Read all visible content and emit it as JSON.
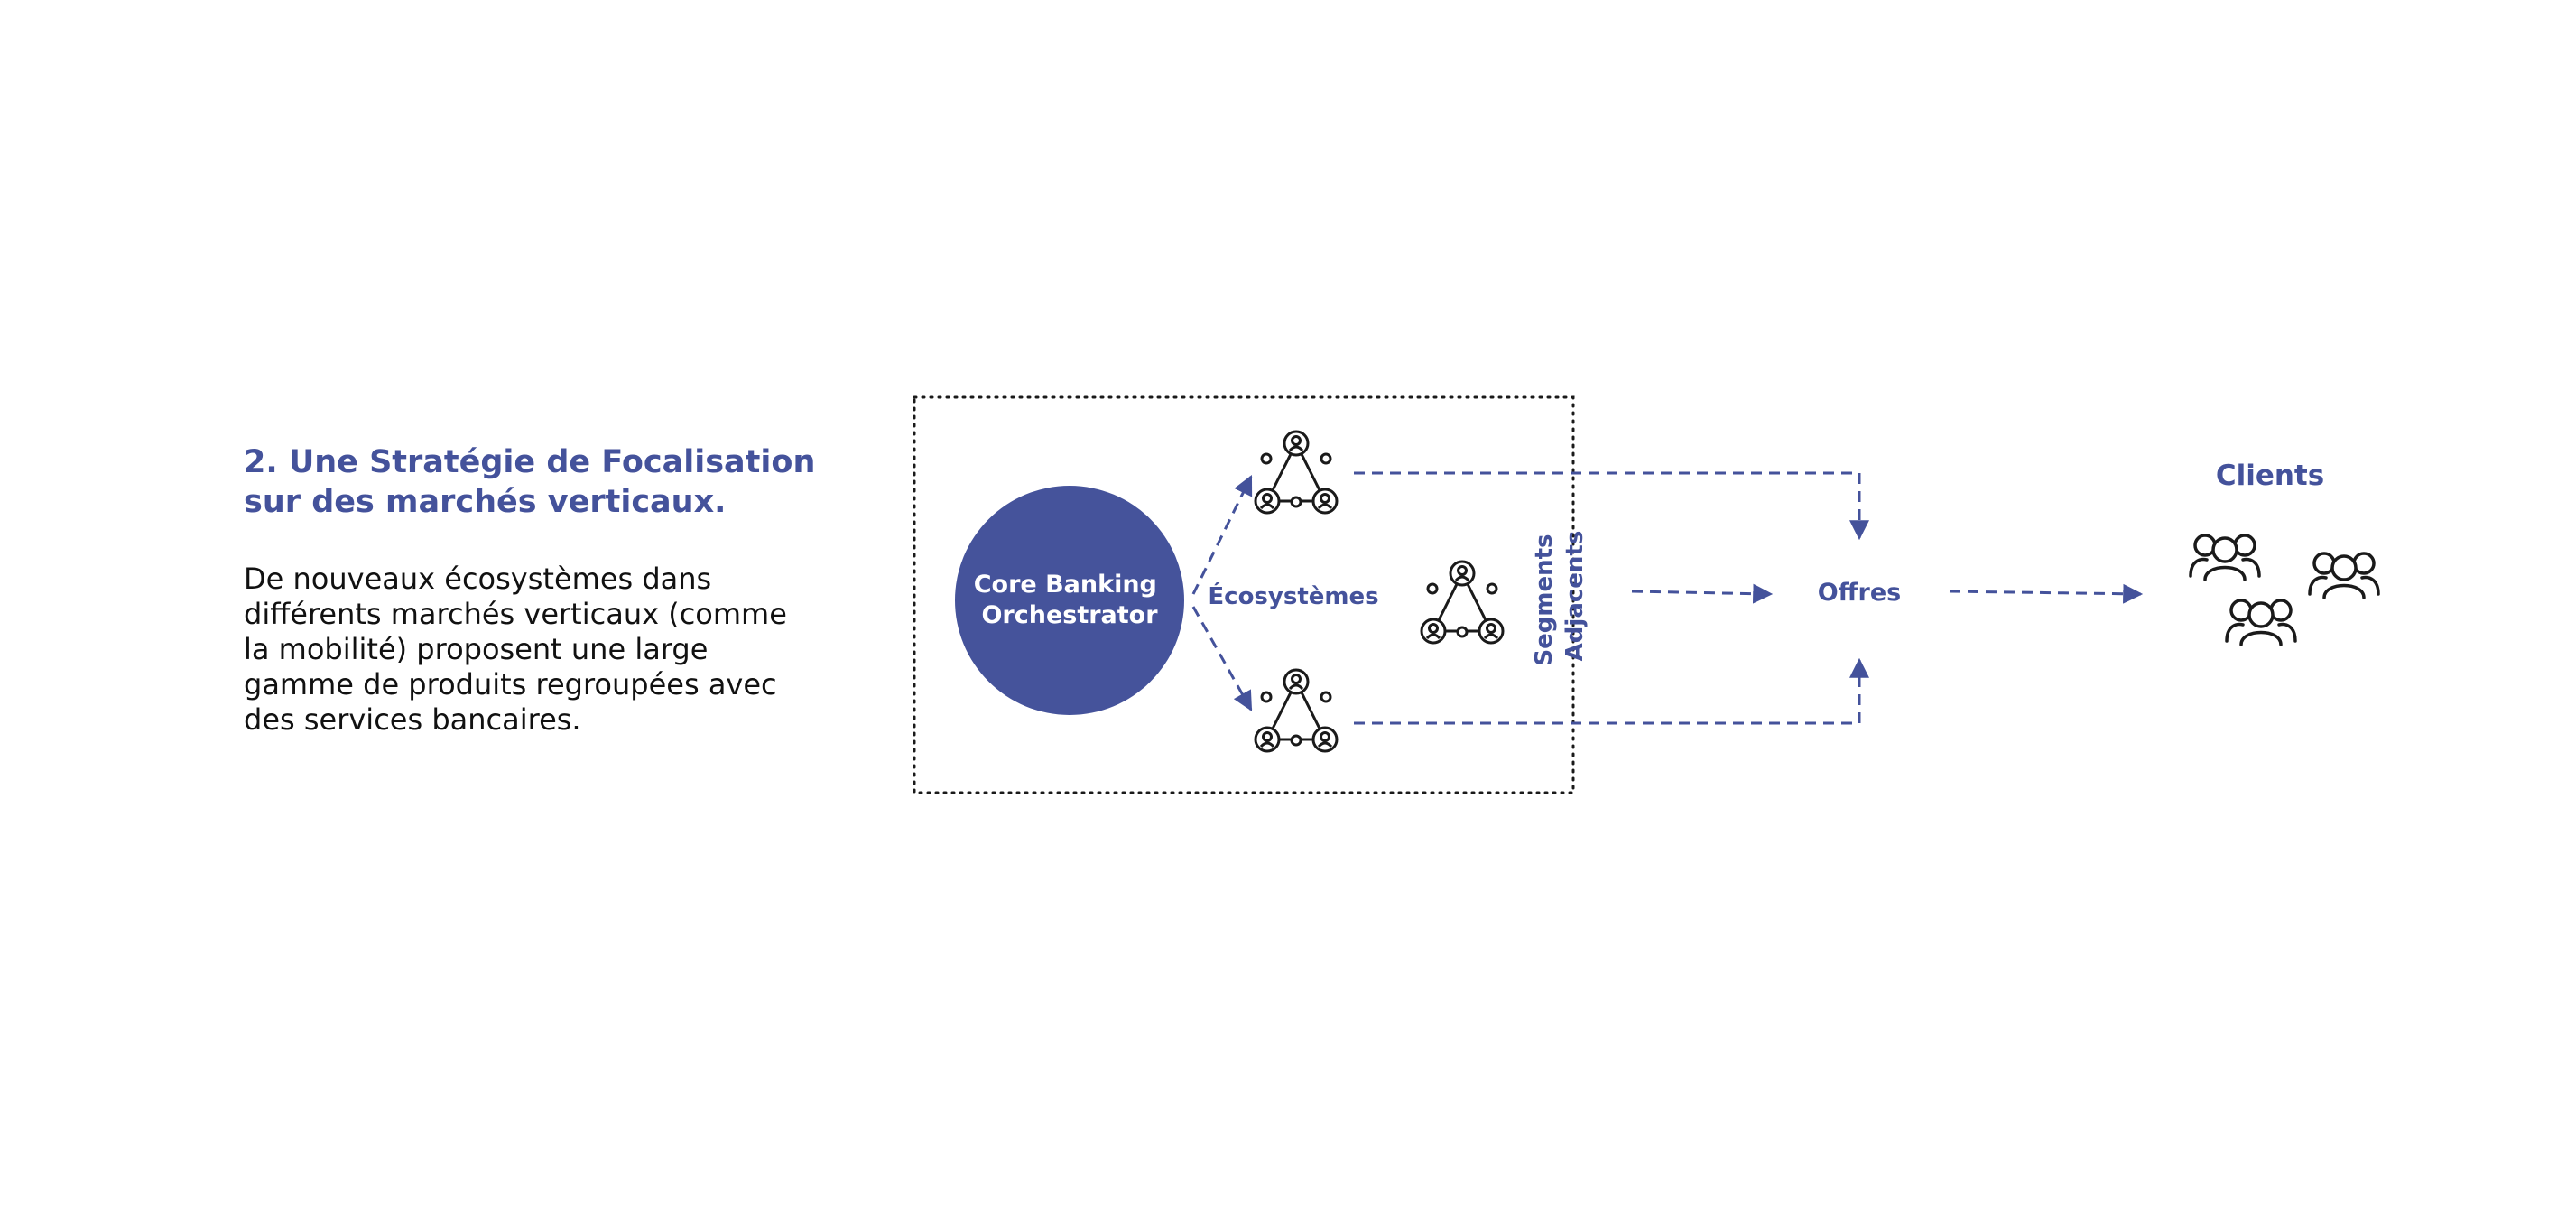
{
  "section": {
    "heading_lines": [
      "2. Une Stratégie de Focalisation",
      "sur des marchés verticaux."
    ],
    "description_lines": [
      "De nouveaux écosystèmes dans",
      "différents marchés verticaux (comme",
      "la mobilité) proposent une large",
      "gamme de produits regroupées avec",
      "des services bancaires."
    ]
  },
  "diagram": {
    "core_lines": [
      "Core Banking",
      "Orchestrator"
    ],
    "ecosystems_label": "Écosystèmes",
    "segments_lines": [
      "Segments",
      "Adjacents"
    ],
    "offers_label": "Offres",
    "clients_label": "Clients",
    "icons": {
      "ecosystem": "ecosystem-network-icon",
      "clients": "user-group-icon"
    },
    "colors": {
      "accent": "#44529b",
      "core_fill": "#45539b",
      "icon_stroke": "#1a1a1a",
      "boundary": "#1a1a1a"
    }
  }
}
